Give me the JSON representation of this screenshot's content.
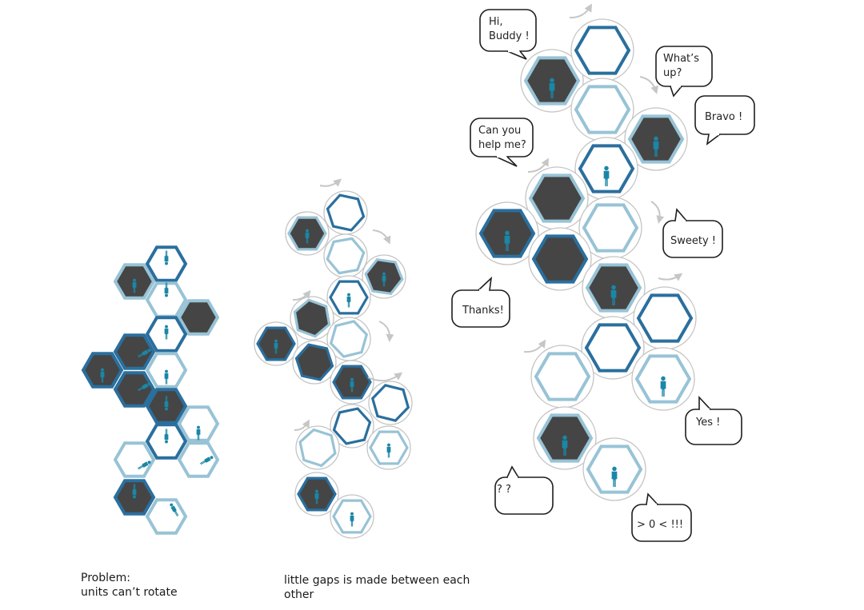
{
  "captions": {
    "left_line1": "Problem:",
    "left_line2": "units can’t rotate",
    "middle": "little gaps is made between each other"
  },
  "bubbles": [
    {
      "id": "hi-buddy",
      "lines": [
        "Hi,",
        "Buddy !"
      ]
    },
    {
      "id": "whats-up",
      "lines": [
        "What’s",
        "up?"
      ]
    },
    {
      "id": "bravo",
      "lines": [
        "Bravo !"
      ]
    },
    {
      "id": "can-you-help",
      "lines": [
        "Can you",
        "help me?"
      ]
    },
    {
      "id": "sweety",
      "lines": [
        "Sweety !"
      ]
    },
    {
      "id": "thanks",
      "lines": [
        "Thanks!"
      ]
    },
    {
      "id": "yes",
      "lines": [
        "Yes !"
      ]
    },
    {
      "id": "question",
      "lines": [
        "? ?"
      ]
    },
    {
      "id": "excited",
      "lines": [
        "> 0 < !!!"
      ]
    }
  ],
  "colors": {
    "dark_blue": "#2a6f9e",
    "light_blue": "#98c3d6",
    "dark_fill": "#454545",
    "figure": "#1b86a6",
    "ring": "#c4c4c4",
    "arrow": "#c6c6c6"
  }
}
